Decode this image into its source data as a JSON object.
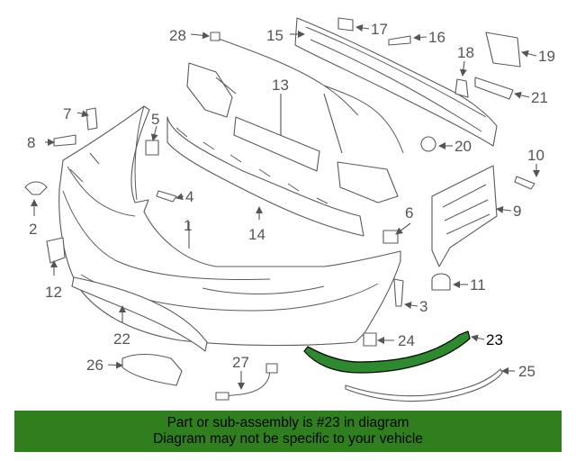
{
  "diagram": {
    "callouts": [
      "1",
      "2",
      "3",
      "4",
      "5",
      "6",
      "7",
      "8",
      "9",
      "10",
      "11",
      "12",
      "13",
      "14",
      "15",
      "16",
      "17",
      "18",
      "19",
      "20",
      "21",
      "22",
      "23",
      "24",
      "25",
      "26",
      "27",
      "28"
    ],
    "highlighted_part": "23"
  },
  "banner": {
    "line1": "Part or sub-assembly is #23 in diagram",
    "line2": "Diagram may not be specific to your vehicle",
    "color": "#2f7f1f"
  }
}
